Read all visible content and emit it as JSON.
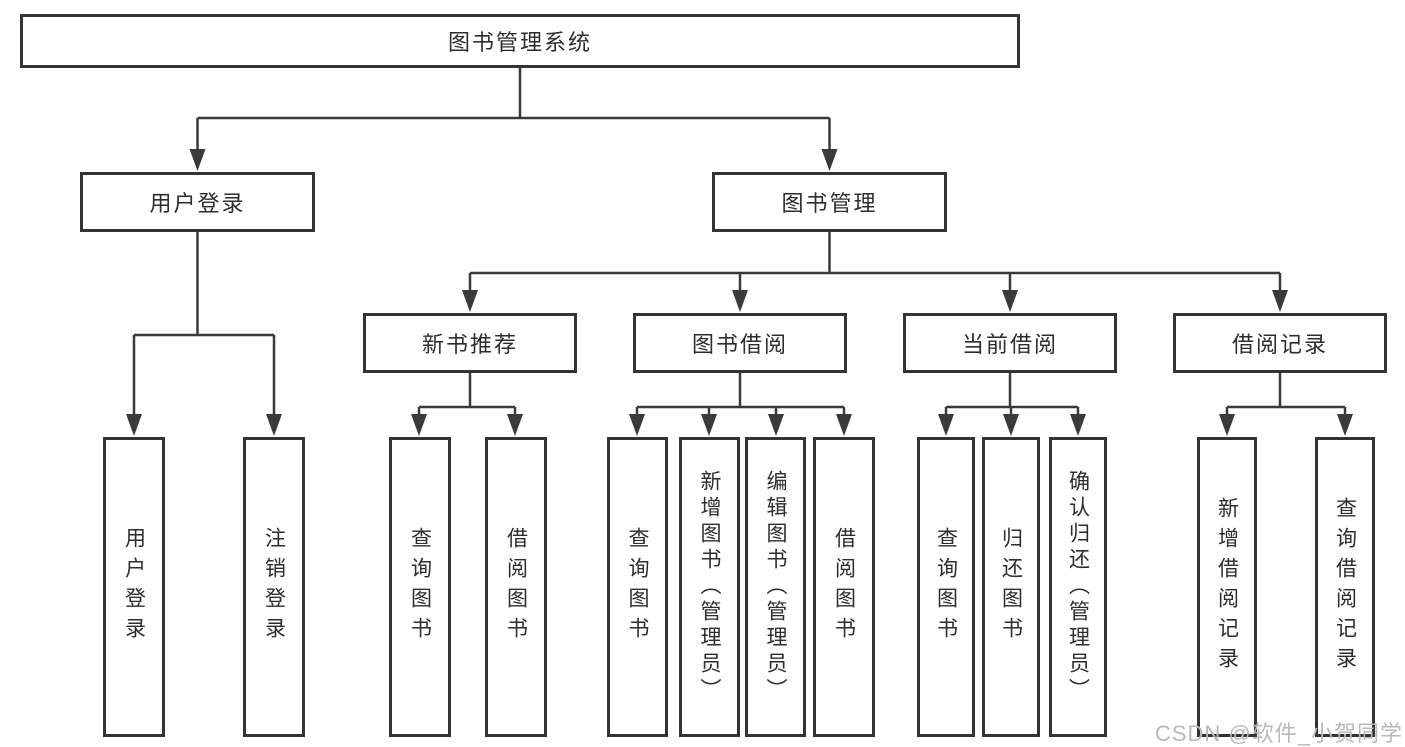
{
  "tree": {
    "root": {
      "label": "图书管理系统"
    },
    "user_login": {
      "label": "用户登录",
      "children": [
        {
          "label": "用户登录"
        },
        {
          "label": "注销登录"
        }
      ]
    },
    "book_management": {
      "label": "图书管理",
      "sections": [
        {
          "label": "新书推荐",
          "children": [
            {
              "label": "查询图书"
            },
            {
              "label": "借阅图书"
            }
          ]
        },
        {
          "label": "图书借阅",
          "children": [
            {
              "label": "查询图书"
            },
            {
              "label": "新增图书（管理员）"
            },
            {
              "label": "编辑图书（管理员）"
            },
            {
              "label": "借阅图书"
            }
          ]
        },
        {
          "label": "当前借阅",
          "children": [
            {
              "label": "查询图书"
            },
            {
              "label": "归还图书"
            },
            {
              "label": "确认归还（管理员）"
            }
          ]
        },
        {
          "label": "借阅记录",
          "children": [
            {
              "label": "新增借阅记录"
            },
            {
              "label": "查询借阅记录"
            }
          ]
        }
      ]
    }
  },
  "watermark": {
    "text": "CSDN @软件_小贺同学"
  },
  "colors": {
    "line": "#3a3a3a",
    "box_border": "#333333",
    "text": "#2d2d2d",
    "watermark": "#b9b9b9",
    "background": "#ffffff"
  }
}
